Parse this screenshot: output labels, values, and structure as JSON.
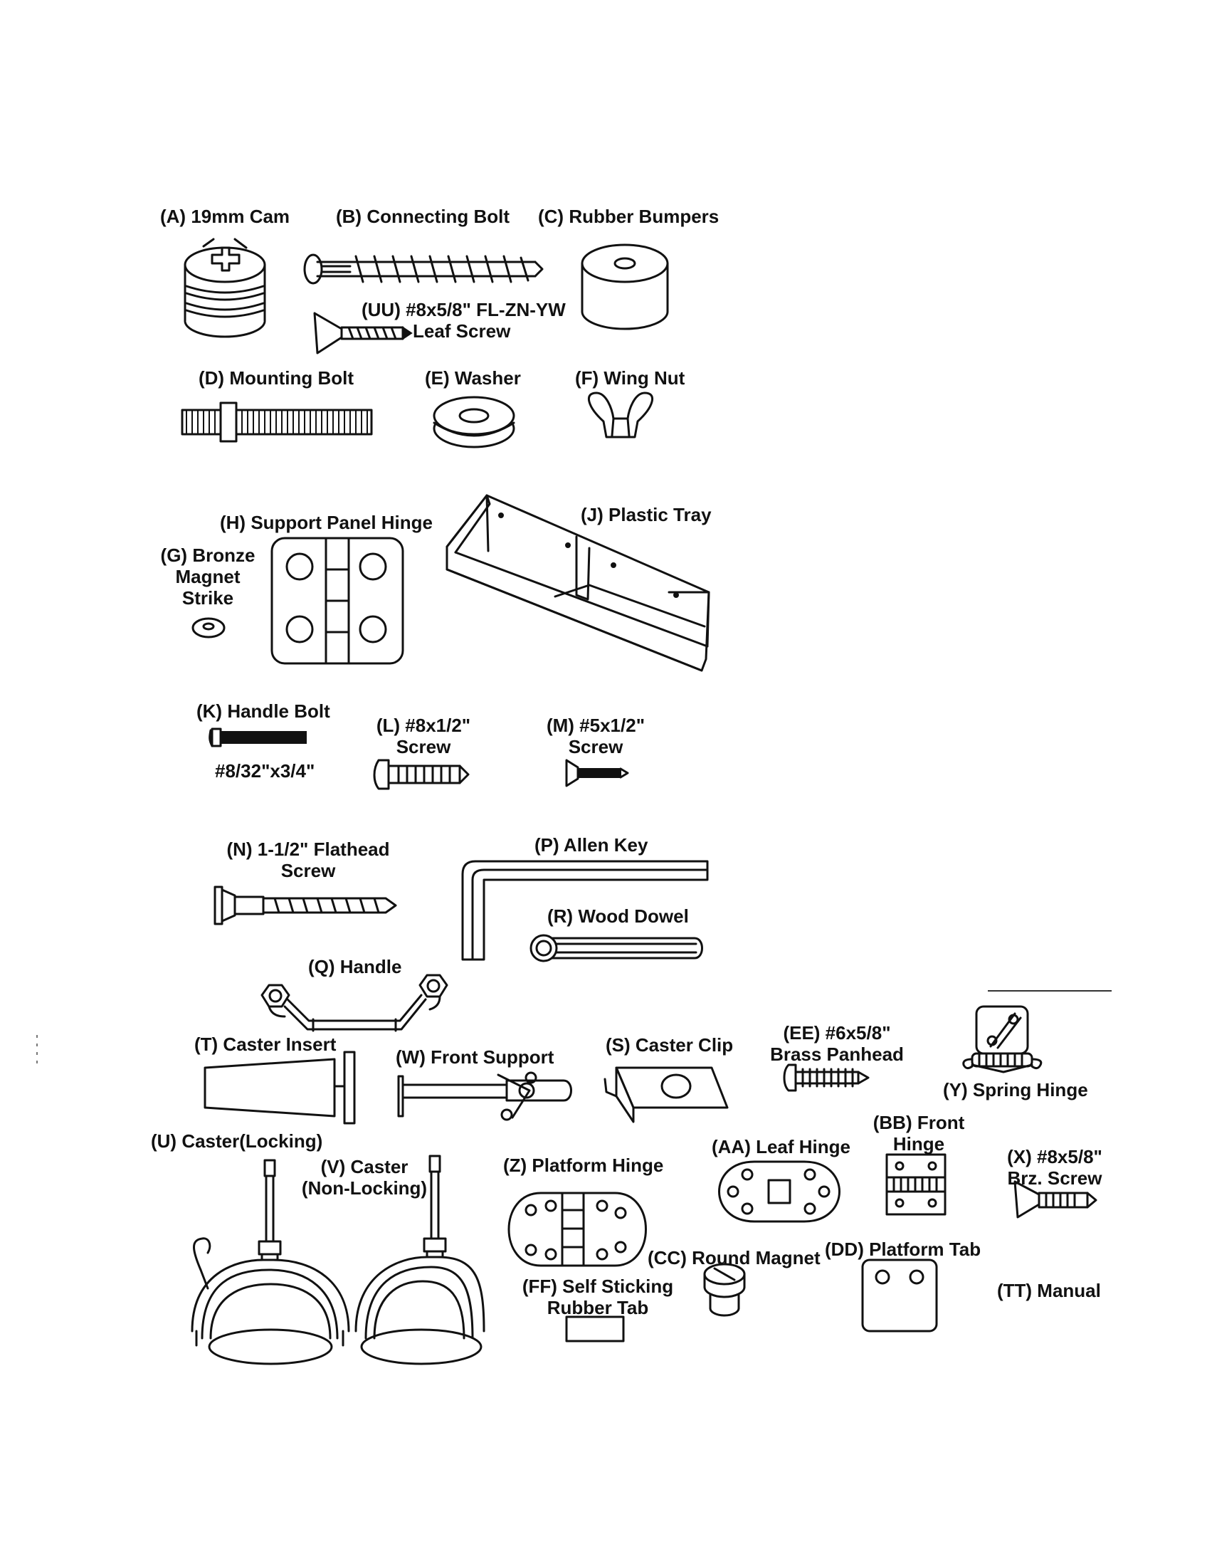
{
  "parts": {
    "A": "(A) 19mm Cam",
    "B": "(B) Connecting Bolt",
    "C": "(C) Rubber Bumpers",
    "UU": [
      "(UU) #8x5/8\" FL-ZN-YW",
      "Leaf Screw"
    ],
    "D": "(D) Mounting Bolt",
    "E": "(E) Washer",
    "F": "(F) Wing Nut",
    "H": "(H) Support Panel Hinge",
    "J": "(J) Plastic Tray",
    "G": [
      "(G) Bronze",
      "Magnet",
      "Strike"
    ],
    "K": "(K) Handle Bolt",
    "K_size": "#8/32\"x3/4\"",
    "L": [
      "(L) #8x1/2\"",
      "Screw"
    ],
    "M": [
      "(M) #5x1/2\"",
      "Screw"
    ],
    "N": [
      "(N) 1-1/2\" Flathead",
      "Screw"
    ],
    "P": "(P) Allen Key",
    "R": "(R) Wood Dowel",
    "Q": "(Q) Handle",
    "T": "(T) Caster Insert",
    "W": "(W) Front Support",
    "S": "(S) Caster Clip",
    "EE": [
      "(EE) #6x5/8\"",
      "Brass Panhead"
    ],
    "Y": "(Y) Spring Hinge",
    "U": "(U) Caster(Locking)",
    "V": [
      "(V) Caster",
      "(Non-Locking)"
    ],
    "Z": "(Z) Platform Hinge",
    "AA": "(AA) Leaf Hinge",
    "BB": [
      "(BB) Front",
      "Hinge"
    ],
    "X": [
      "(X) #8x5/8\"",
      "Brz. Screw"
    ],
    "CC": "(CC) Round Magnet",
    "DD": "(DD) Platform Tab",
    "FF": [
      "(FF) Self Sticking",
      "Rubber Tab"
    ],
    "TT": "(TT) Manual"
  }
}
